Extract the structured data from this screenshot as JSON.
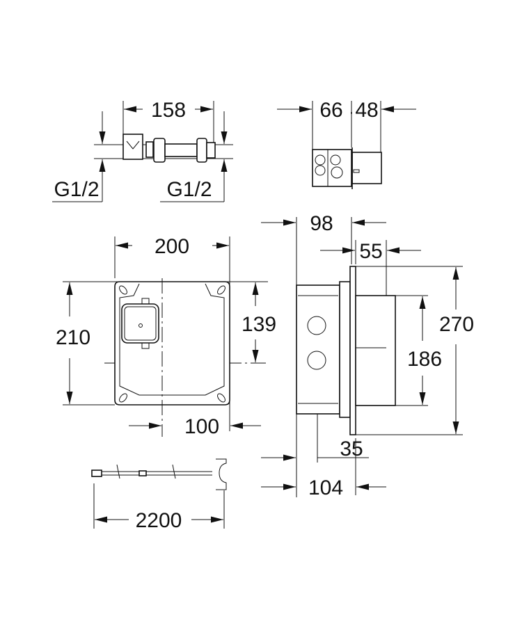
{
  "title": "Installation dimension drawing",
  "valve_view": {
    "length": "158",
    "inlet_thread": "G1/2",
    "outlet_thread": "G1/2"
  },
  "top_box_view": {
    "depth_front": "66",
    "depth_rear": "48",
    "separator": "·"
  },
  "front_view": {
    "width": "200",
    "height": "210",
    "center_height": "139",
    "center_offset": "100"
  },
  "side_view": {
    "depth_overall": "98",
    "flange_depth": "55",
    "plate_height": "270",
    "body_height": "186",
    "min_depth": "35",
    "max_depth": "104"
  },
  "cable": {
    "length": "2200"
  }
}
